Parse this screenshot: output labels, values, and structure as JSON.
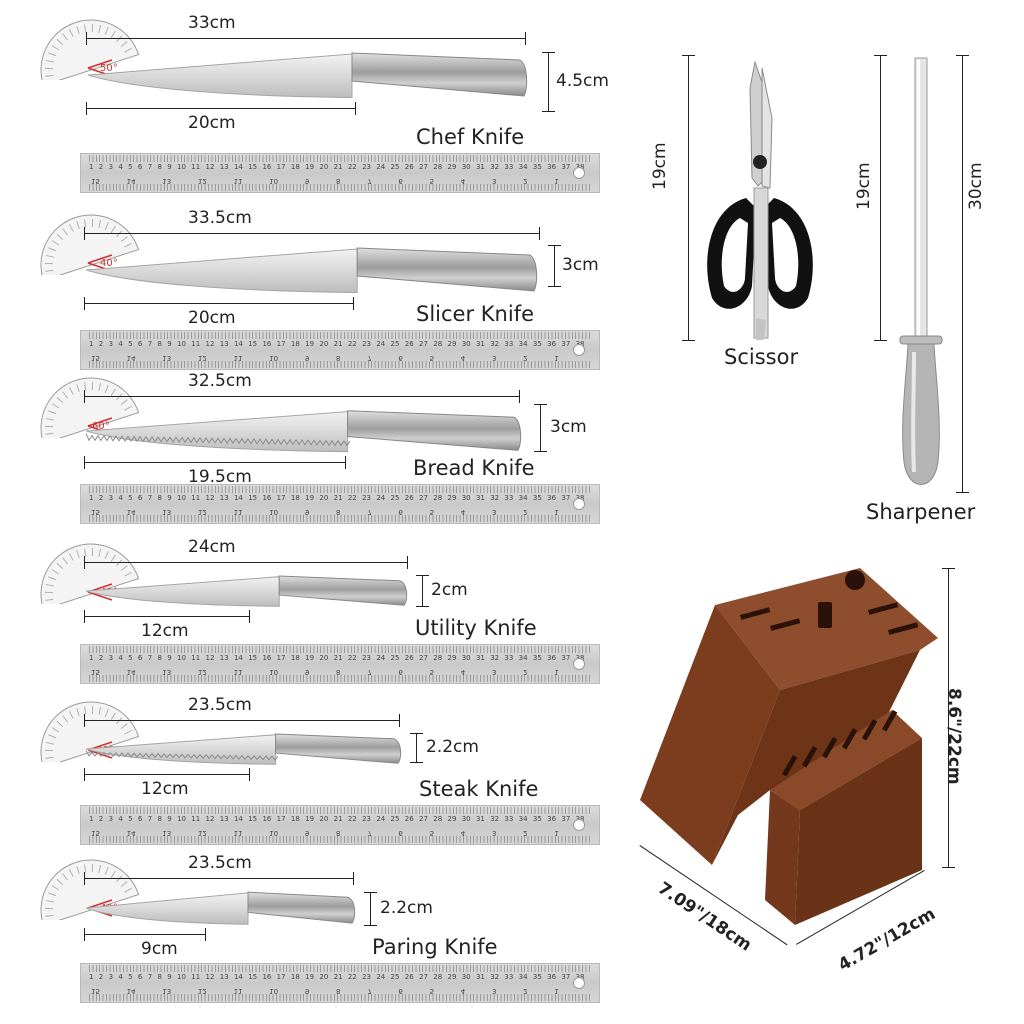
{
  "knives": [
    {
      "name": "Chef Knife",
      "total": "33cm",
      "blade": "20cm",
      "width": "4.5cm",
      "angle": "50°"
    },
    {
      "name": "Slicer Knife",
      "total": "33.5cm",
      "blade": "20cm",
      "width": "3cm",
      "angle": "40°"
    },
    {
      "name": "Bread Knife",
      "total": "32.5cm",
      "blade": "19.5cm",
      "width": "3cm",
      "angle": "60°"
    },
    {
      "name": "Utility Knife",
      "total": "24cm",
      "blade": "12cm",
      "width": "2cm",
      "angle": "40°"
    },
    {
      "name": "Steak Knife",
      "total": "23.5cm",
      "blade": "12cm",
      "width": "2.2cm",
      "angle": "30°"
    },
    {
      "name": "Paring Knife",
      "total": "23.5cm",
      "blade": "9cm",
      "width": "2.2cm",
      "angle": "40°"
    }
  ],
  "scissor": {
    "name": "Scissor",
    "length": "19cm"
  },
  "sharpener": {
    "name": "Sharpener",
    "rod": "19cm",
    "total": "30cm"
  },
  "block": {
    "height": "8.6\"/22cm",
    "depth": "7.09\"/18cm",
    "width": "4.72\"/12cm"
  },
  "ruler_numbers": [
    "1",
    "2",
    "3",
    "4",
    "5",
    "6",
    "7",
    "8",
    "9",
    "10",
    "11",
    "12",
    "13",
    "14",
    "15",
    "16",
    "17",
    "18",
    "19",
    "20",
    "21",
    "22",
    "23",
    "24",
    "25",
    "26",
    "27",
    "28",
    "29",
    "30",
    "31",
    "32",
    "33",
    "34",
    "35",
    "36",
    "37",
    "38"
  ],
  "ruler_inch_numbers": [
    "15",
    "14",
    "13",
    "12",
    "11",
    "10",
    "9",
    "8",
    "7",
    "6",
    "5",
    "4",
    "3",
    "2",
    "1"
  ],
  "colors": {
    "steel": "#c8c8c8",
    "handle": "#a9a9a9",
    "wood": "#7a3e20",
    "protractor_mark": "#d23030"
  }
}
